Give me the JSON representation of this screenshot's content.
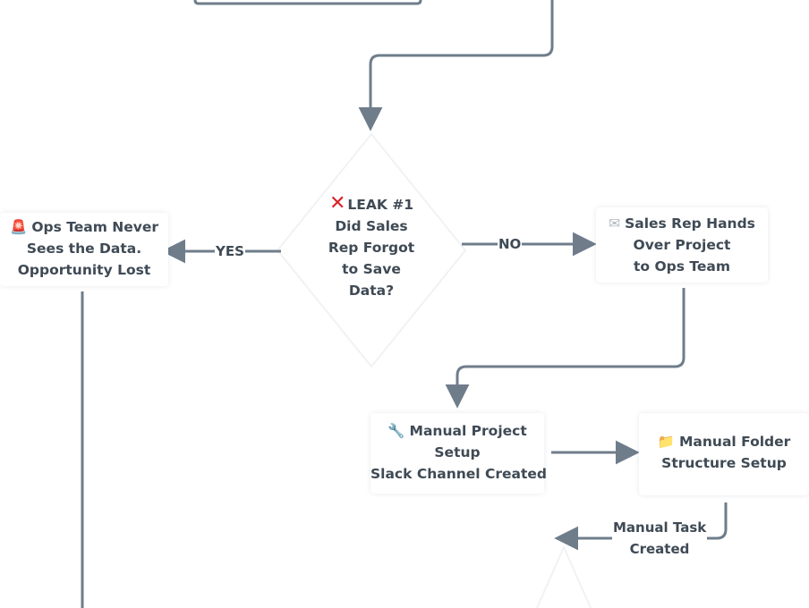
{
  "colors": {
    "edge": "#6f7d8b",
    "text": "#3f4a55",
    "leak": "#d8232a"
  },
  "nodes": {
    "ops_never": {
      "icon": "🚨",
      "line1": "Ops Team Never",
      "line2": "Sees the Data.",
      "line3": "Opportunity Lost"
    },
    "leak_decision": {
      "icon": "❌",
      "line1": "LEAK #1",
      "line2": "Did Sales",
      "line3": "Rep Forgot",
      "line4": "to Save",
      "line5": "Data?"
    },
    "sales_handover": {
      "icon": "✉️",
      "line1": "Sales Rep Hands",
      "line2": "Over Project",
      "line3": "to Ops Team"
    },
    "manual_project": {
      "icon": "🔧",
      "line1": "Manual Project",
      "line2": "Setup",
      "line3": "Slack Channel Created"
    },
    "manual_folder": {
      "icon": "📁",
      "line1": "Manual Folder",
      "line2": "Structure Setup"
    }
  },
  "edges": {
    "yes_label": "YES",
    "no_label": "NO",
    "task_label_line1": "Manual Task",
    "task_label_line2": "Created"
  }
}
